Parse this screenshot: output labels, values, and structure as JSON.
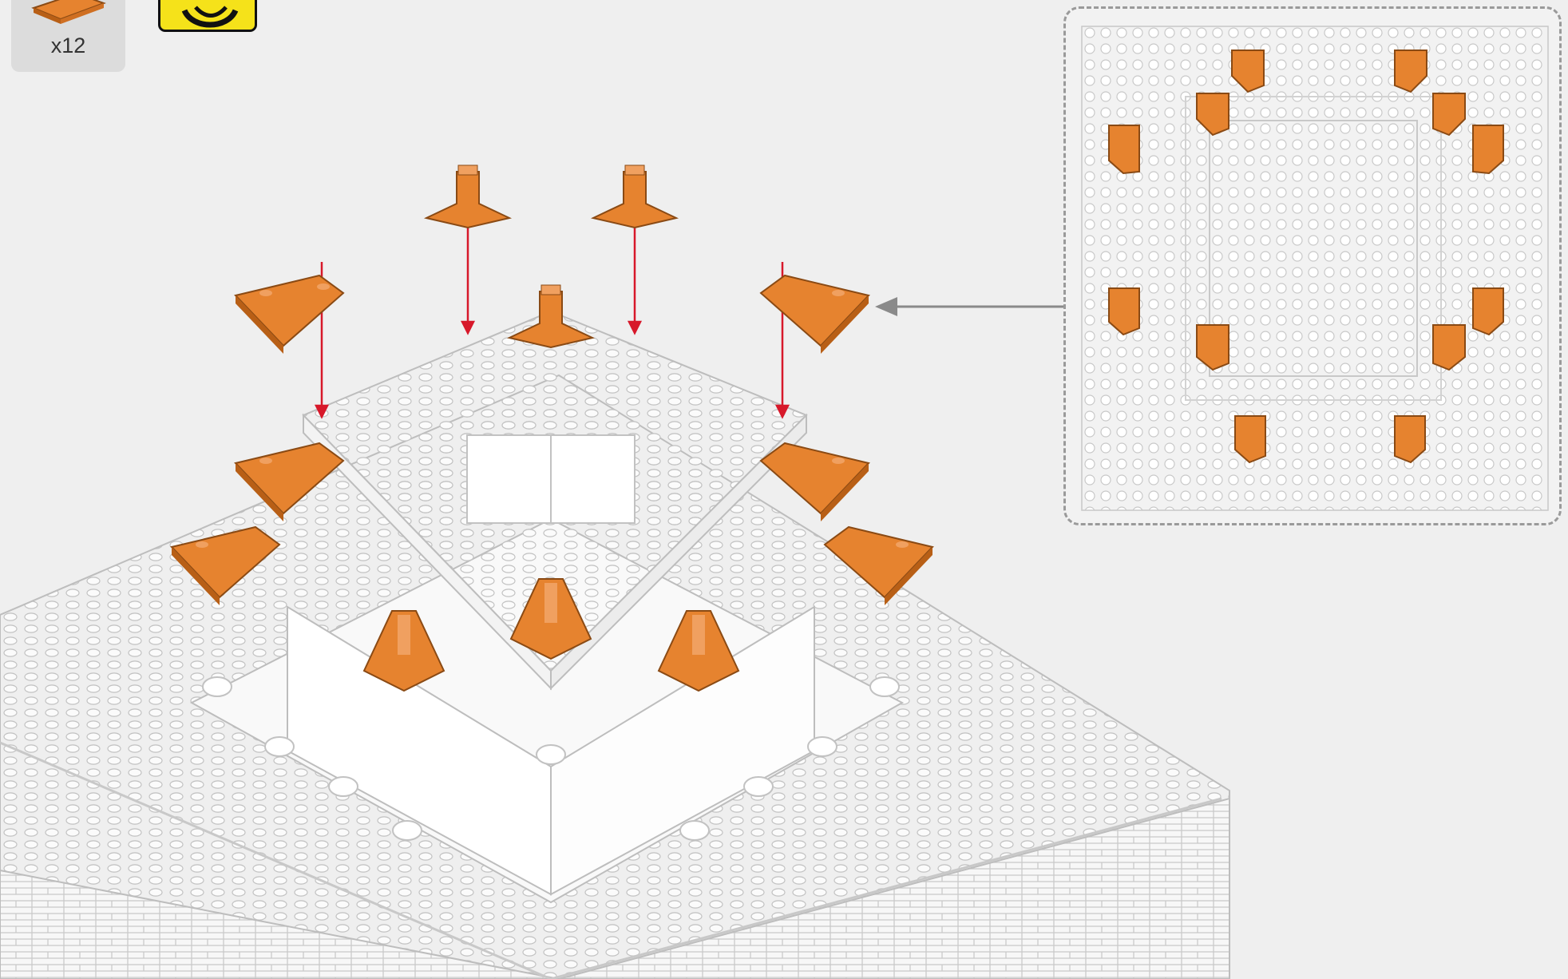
{
  "parts_callout": {
    "quantity": "x12",
    "part_icon": "orange-wedge-slope-piece"
  },
  "rotate_icon": {
    "icon": "rotate-model-icon",
    "color": "#f5e21a"
  },
  "colors": {
    "accent_part": "#e6832f",
    "accent_dark": "#b85f16",
    "arrow": "#d7182a",
    "model_lines": "#bdbdbd",
    "pointer": "#8a8a8a"
  },
  "inset": {
    "icon": "top-view-detail",
    "placed_parts": 12
  }
}
